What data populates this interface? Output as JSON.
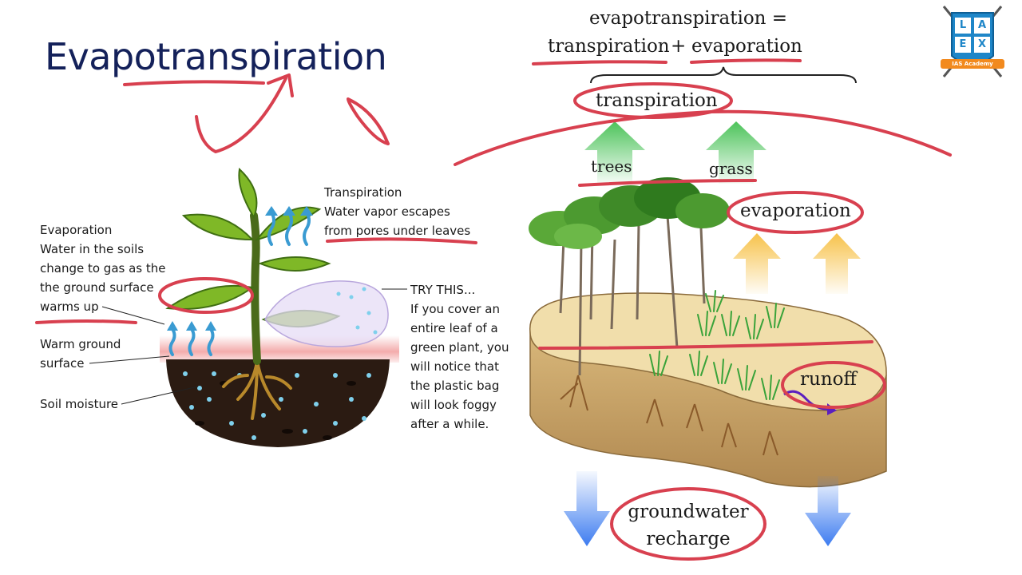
{
  "slide": {
    "title": "Evapotranspiration"
  },
  "logo": {
    "letters": [
      "L",
      "A",
      "E",
      "X"
    ],
    "tagline": "IAS Academy"
  },
  "plant_diagram": {
    "evaporation": {
      "lines": [
        "Evaporation",
        "Water in the soils",
        "change to gas as the",
        "the ground surface",
        "warms up"
      ]
    },
    "transpiration": {
      "lines": [
        "Transpiration",
        "Water vapor escapes",
        "from pores under leaves"
      ]
    },
    "warm_ground": {
      "lines": [
        "Warm ground",
        "surface"
      ]
    },
    "soil_moisture": "Soil moisture",
    "try_this": {
      "lines": [
        "TRY THIS...",
        "If you cover an",
        "entire leaf of a",
        "green plant, you",
        "will notice that",
        "the plastic bag",
        "will look foggy",
        "after a while."
      ]
    }
  },
  "landscape_diagram": {
    "equation_top": "evapotranspiration =",
    "equation_transpiration": "transpiration",
    "equation_plus": "+",
    "equation_evaporation": "evaporation",
    "transpiration_label": "transpiration",
    "trees_label": "trees",
    "grass_label": "grass",
    "evaporation_label": "evaporation",
    "runoff_label": "runoff",
    "groundwater_lines": [
      "groundwater",
      "recharge"
    ]
  },
  "colors": {
    "title": "#14215a",
    "annotation_ink": "#d8404f",
    "green_arrow": "#4cc35a",
    "yellow_arrow": "#f7c24a",
    "blue_arrow": "#3d7cf0",
    "water_vapor": "#3a9bd2",
    "soil": "#2b1b12",
    "ground": "#e9d39a",
    "runoff_arrow": "#5b1fbf",
    "logo_blue": "#1e86c8",
    "logo_orange": "#f28a1e"
  }
}
